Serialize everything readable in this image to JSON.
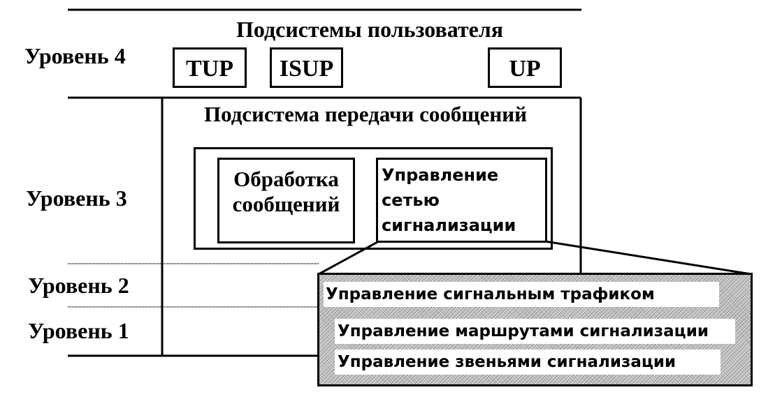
{
  "levels": {
    "level4": "Уровень 4",
    "level3": "Уровень 3",
    "level2": "Уровень 2",
    "level1": "Уровень 1"
  },
  "user_subsystems": {
    "title": "Подсистемы пользователя",
    "parts": [
      "TUP",
      "ISUP",
      "UP"
    ]
  },
  "message_transfer": {
    "title": "Подсистема передачи сообщений",
    "message_handling": [
      "Обработка",
      "сообщений"
    ],
    "network_management": [
      "Управление",
      "сетью",
      "сигнализации"
    ]
  },
  "detail": {
    "traffic_management": "Управление сигнальным трафиком",
    "route_management": "Управление маршрутами сигнализации",
    "link_management": "Управление звеньями сигнализации"
  }
}
